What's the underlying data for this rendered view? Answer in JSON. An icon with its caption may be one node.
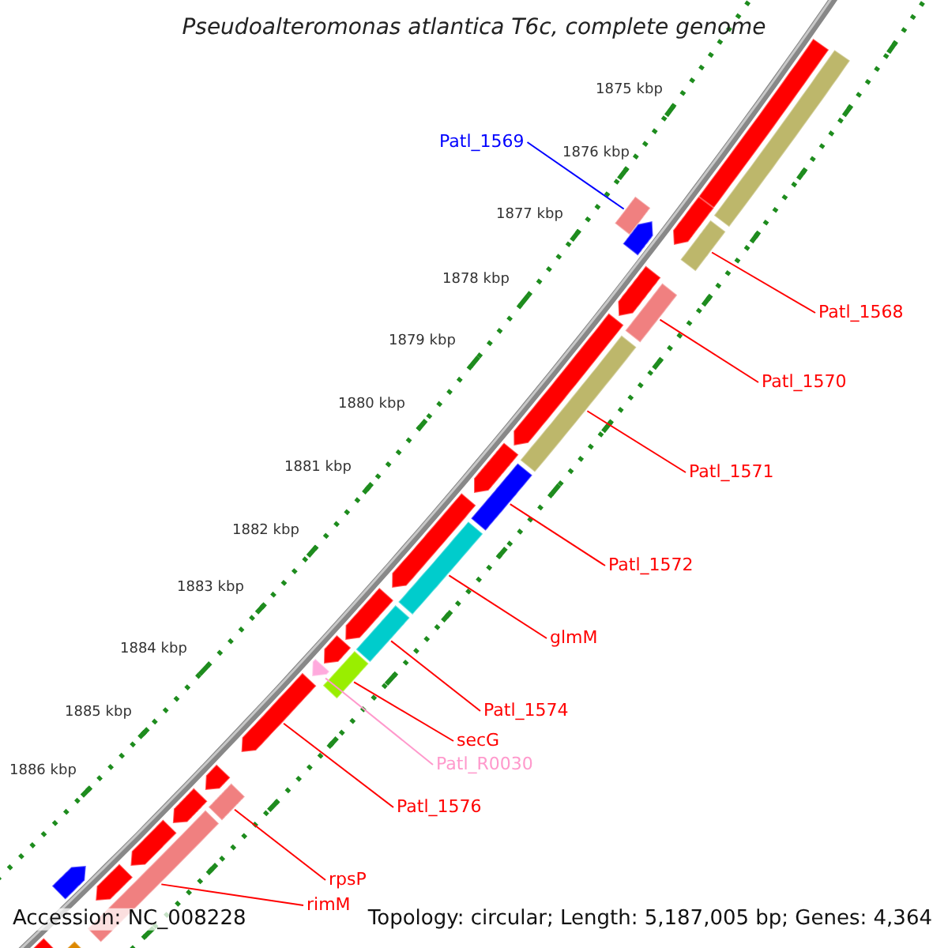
{
  "diagram": {
    "title": "Pseudoalteromonas atlantica T6c, complete genome",
    "nodes": [
      {
        "text": [
          "Patl_1569"
        ]
      },
      {
        "text": [
          "Patl_1568"
        ]
      },
      {
        "text": [
          "Patl_1570"
        ]
      },
      {
        "text": [
          "Patl_1571"
        ]
      },
      {
        "text": [
          "Patl_1572"
        ]
      },
      {
        "text": [
          "glmM"
        ]
      },
      {
        "text": [
          "Patl_1574"
        ]
      },
      {
        "text": [
          "secG"
        ]
      },
      {
        "text": [
          "Patl_R0030"
        ]
      },
      {
        "text": [
          "Patl_1576"
        ]
      },
      {
        "text": [
          "rpsP"
        ]
      },
      {
        "text": [
          "rimM"
        ]
      },
      {
        "text": [],
        "shape": "pentagon"
      },
      {
        "text": [],
        "shape": "bar"
      },
      {
        "text": [],
        "shape": "pentagon"
      },
      {
        "text": [],
        "shape": "bar"
      },
      {
        "text": [],
        "shape": "pentagon"
      },
      {
        "text": [],
        "shape": "bar"
      },
      {
        "text": [],
        "shape": "pentagon"
      },
      {
        "text": [],
        "shape": "bar"
      },
      {
        "text": [],
        "shape": "pentagon"
      },
      {
        "text": [],
        "shape": "bar"
      },
      {
        "text": [],
        "shape": "pentagon"
      },
      {
        "text": [],
        "shape": "bar"
      },
      {
        "text": [],
        "shape": "pentagon"
      },
      {
        "text": [],
        "shape": "bar"
      },
      {
        "text": [],
        "shape": "pentagon"
      },
      {
        "text": [],
        "shape": "bar"
      },
      {
        "text": [],
        "shape": "pentagon"
      },
      {
        "text": [],
        "shape": "bar"
      },
      {
        "text": [],
        "shape": "pentagon"
      },
      {
        "text": [],
        "shape": "pentagon"
      },
      {
        "text": [],
        "shape": "pentagon"
      },
      {
        "text": [],
        "shape": "bar"
      },
      {
        "text": [],
        "shape": "pentagon"
      },
      {
        "text": [],
        "shape": "bar"
      },
      {
        "text": [],
        "shape": "pentagon"
      },
      {
        "text": [],
        "shape": "pentagon"
      },
      {
        "text": [],
        "shape": "pentagon"
      },
      {
        "text": [],
        "shape": "pentagon"
      },
      {
        "text": [],
        "shape": "bar"
      }
    ],
    "edges": [
      {
        "from": 0,
        "to": 15,
        "arrow": "none",
        "color": "#0000ff"
      },
      {
        "from": 1,
        "to": 17,
        "arrow": "none"
      },
      {
        "from": 2,
        "to": 19,
        "arrow": "none"
      },
      {
        "from": 3,
        "to": 21,
        "arrow": "none"
      },
      {
        "from": 4,
        "to": 23,
        "arrow": "none"
      },
      {
        "from": 5,
        "to": 25,
        "arrow": "none"
      },
      {
        "from": 6,
        "to": 27,
        "arrow": "none"
      },
      {
        "from": 7,
        "to": 29,
        "arrow": "none"
      },
      {
        "from": 8,
        "to": 30,
        "arrow": "none",
        "color": "#ff99cc"
      },
      {
        "from": 9,
        "to": 31,
        "arrow": "none"
      },
      {
        "from": 10,
        "to": 33,
        "arrow": "none"
      },
      {
        "from": 11,
        "to": 35,
        "arrow": "none"
      }
    ],
    "labels": [
      "1875 kbp",
      "1876 kbp",
      "1877 kbp",
      "1878 kbp",
      "1879 kbp",
      "1880 kbp",
      "1881 kbp",
      "1882 kbp",
      "1883 kbp",
      "1884 kbp",
      "1885 kbp",
      "1886 kbp",
      "Accession: NC_008228",
      "Topology: circular; Length: 5,187,005 bp; Genes: 4,364"
    ]
  }
}
